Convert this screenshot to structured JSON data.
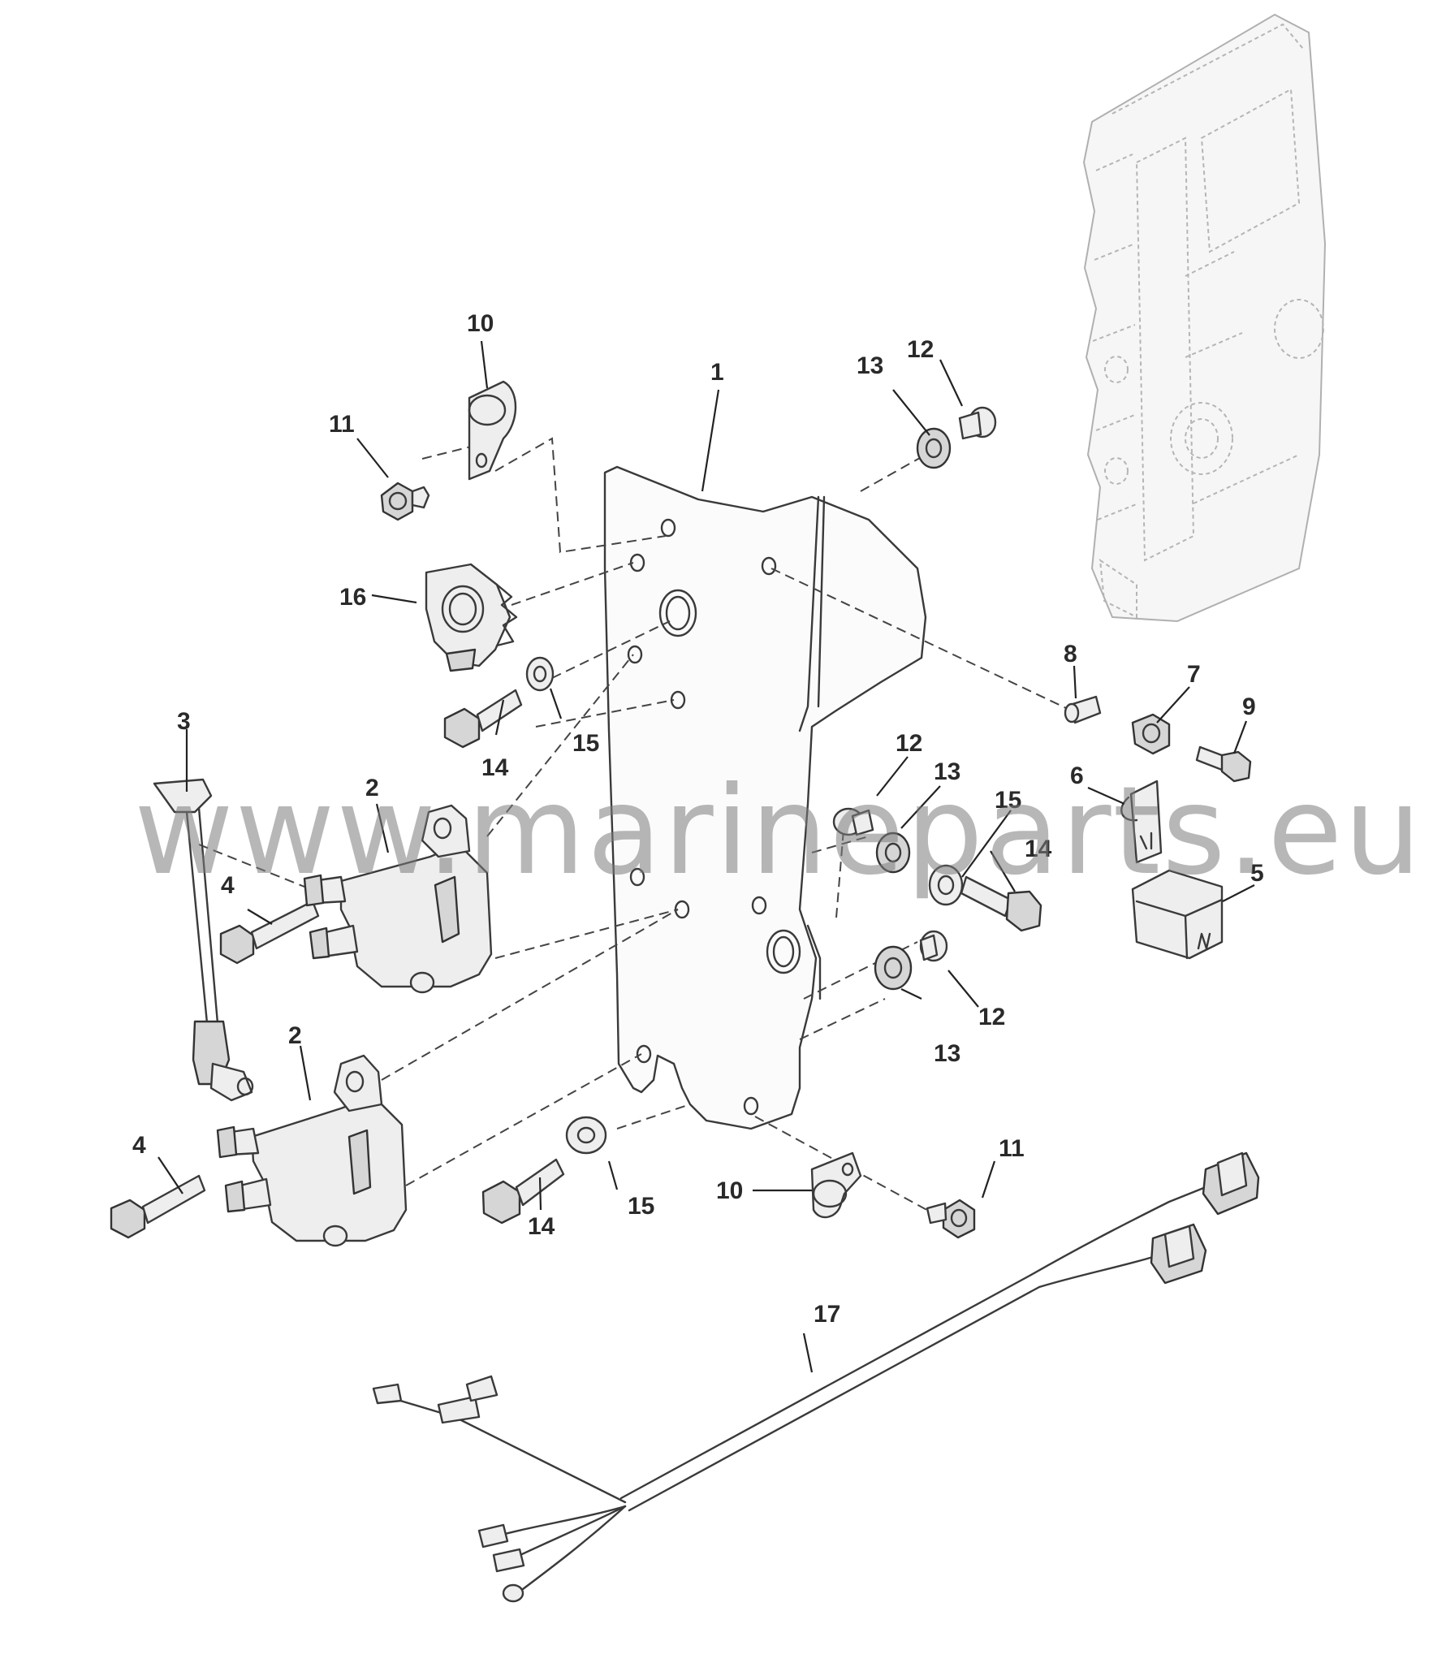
{
  "watermark": "www.marineparts.eu",
  "callouts": {
    "c1": "1",
    "c2a": "2",
    "c2b": "2",
    "c3": "3",
    "c4a": "4",
    "c4b": "4",
    "c5": "5",
    "c6": "6",
    "c7": "7",
    "c8": "8",
    "c9": "9",
    "c10a": "10",
    "c10b": "10",
    "c11a": "11",
    "c11b": "11",
    "c12a": "12",
    "c12b": "12",
    "c12c": "12",
    "c13a": "13",
    "c13b": "13",
    "c13c": "13",
    "c14a": "14",
    "c14b": "14",
    "c14c": "14",
    "c15a": "15",
    "c15b": "15",
    "c15c": "15",
    "c16": "16",
    "c17": "17"
  }
}
